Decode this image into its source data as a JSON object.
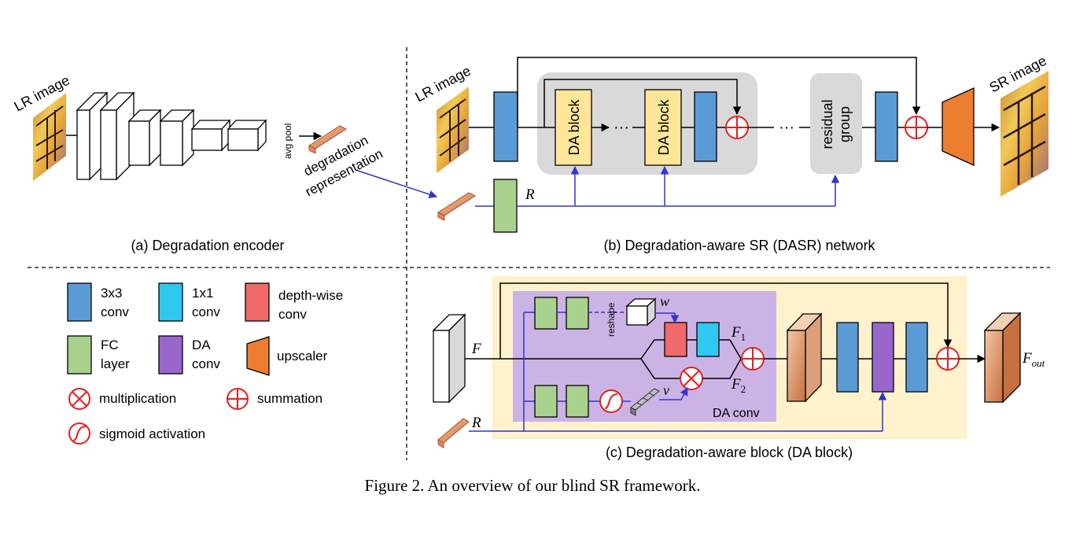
{
  "panel_a": {
    "lr_image_label": "LR image",
    "avg_pool_label": "avg pool",
    "degradation_label_line1": "degradation",
    "degradation_label_line2": "representation",
    "caption": "(a) Degradation encoder"
  },
  "panel_b": {
    "lr_image_label": "LR image",
    "sr_image_label": "SR image",
    "da_block_label": "DA block",
    "dots": "···",
    "residual_group_line1": "residual",
    "residual_group_line2": "group",
    "r_label": "R",
    "caption": "(b) Degradation-aware SR (DASR) network"
  },
  "legend": {
    "conv3x3_line1": "3x3",
    "conv3x3_line2": "conv",
    "conv1x1_line1": "1x1",
    "conv1x1_line2": "conv",
    "depthwise_line1": "depth-wise",
    "depthwise_line2": "conv",
    "fc_line1": "FC",
    "fc_line2": "layer",
    "daconv_line1": "DA",
    "daconv_line2": "conv",
    "upscaler": "upscaler",
    "multiplication": "multiplication",
    "summation": "summation",
    "sigmoid": "sigmoid activation"
  },
  "panel_c": {
    "f_label": "F",
    "r_label": "R",
    "reshape_label": "reshape",
    "w_label": "w",
    "v_label": "v",
    "f1_label": "F",
    "f1_sub": "1",
    "f2_label": "F",
    "f2_sub": "2",
    "fout_label": "F",
    "fout_sub": "out",
    "da_conv_label": "DA conv",
    "caption": "(c) Degradation-aware block (DA block)"
  },
  "figure_caption": "Figure 2. An overview of our blind SR framework.",
  "colors": {
    "conv3x3": "#5b9bd5",
    "conv1x1": "#2ec8f0",
    "depthwise": "#f06a6a",
    "fc": "#a9d18e",
    "daconv": "#9966cc",
    "upscaler": "#ed7d31",
    "gray_panel": "#d9d9d9",
    "block_yellow": "#ffe699",
    "block_bg": "#fff2cc",
    "daconv_bg": "#ccb3e6",
    "blue_line": "#3333cc",
    "red_op": "#e02020"
  },
  "icons": {
    "butterfly_image": "butterfly-image-icon",
    "multiply": "multiply-icon",
    "sum": "sum-icon",
    "sigmoid": "sigmoid-icon"
  }
}
